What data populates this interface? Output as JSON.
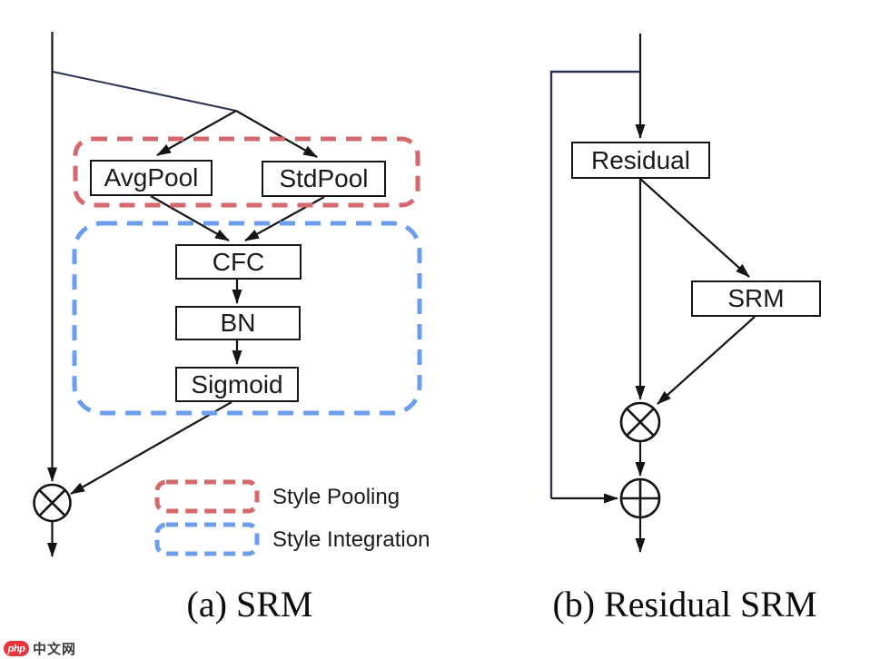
{
  "figure": {
    "panel_a": {
      "caption": "(a) SRM",
      "nodes": {
        "avgpool": "AvgPool",
        "stdpool": "StdPool",
        "cfc": "CFC",
        "bn": "BN",
        "sigmoid": "Sigmoid"
      },
      "operators": {
        "multiply": "⊗"
      },
      "legend": [
        {
          "label": "Style Pooling",
          "color": "#d5686d"
        },
        {
          "label": "Style Integration",
          "color": "#6d9eeb"
        }
      ]
    },
    "panel_b": {
      "caption": "(b) Residual SRM",
      "nodes": {
        "residual": "Residual",
        "srm": "SRM"
      },
      "operators": {
        "multiply": "⊗",
        "add": "⊕"
      }
    }
  },
  "colors": {
    "style_pooling_dash": "#d5686d",
    "style_integration_dash": "#6d9eeb",
    "skip_connection_line": "#2b3350",
    "diagram_line": "#141414"
  },
  "watermark": {
    "badge": "php",
    "text": "中文网"
  }
}
